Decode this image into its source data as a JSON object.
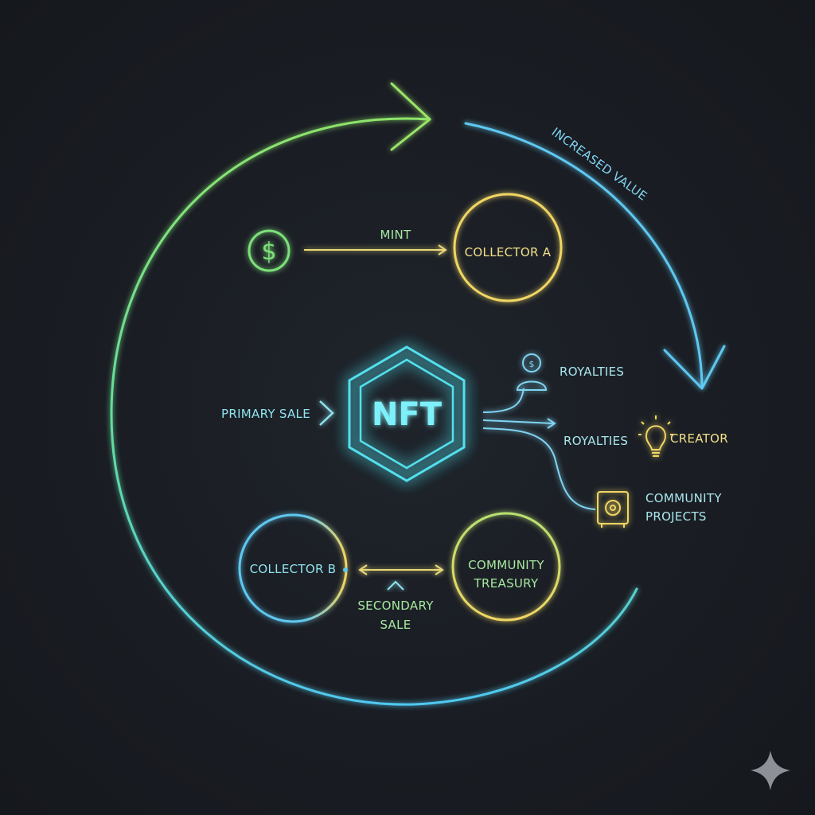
{
  "diagram": {
    "center_label": "NFT",
    "labels": {
      "mint": "MINT",
      "collector_a": "COLLECTOR A",
      "collector_b": "COLLECTOR B",
      "community_treasury_1": "COMMUNITY",
      "community_treasury_2": "TREASURY",
      "primary_sale": "PRIMARY SALE",
      "secondary_sale_1": "SECONDARY",
      "secondary_sale_2": "SALE",
      "royalties_top": "ROYALTIES",
      "royalties_mid": "ROYALTIES",
      "creator": "CREATOR",
      "community_projects_1": "COMMUNITY",
      "community_projects_2": "PROJECTS",
      "increased_value": "INCREASED VALUE",
      "coin_symbol": "$"
    },
    "colors": {
      "background": "#191c22",
      "green": "#7ee07a",
      "cyan": "#52d6e6",
      "blue": "#5ec8f0",
      "yellow": "#f0d664",
      "text_green": "#a7e9a0",
      "text_cyan": "#8fe3ee",
      "text_yellow": "#f3e08a"
    },
    "icons": [
      "dollar-coin-icon",
      "creator-avatar-icon",
      "lightbulb-icon",
      "safe-vault-icon",
      "sparkle-icon"
    ]
  }
}
